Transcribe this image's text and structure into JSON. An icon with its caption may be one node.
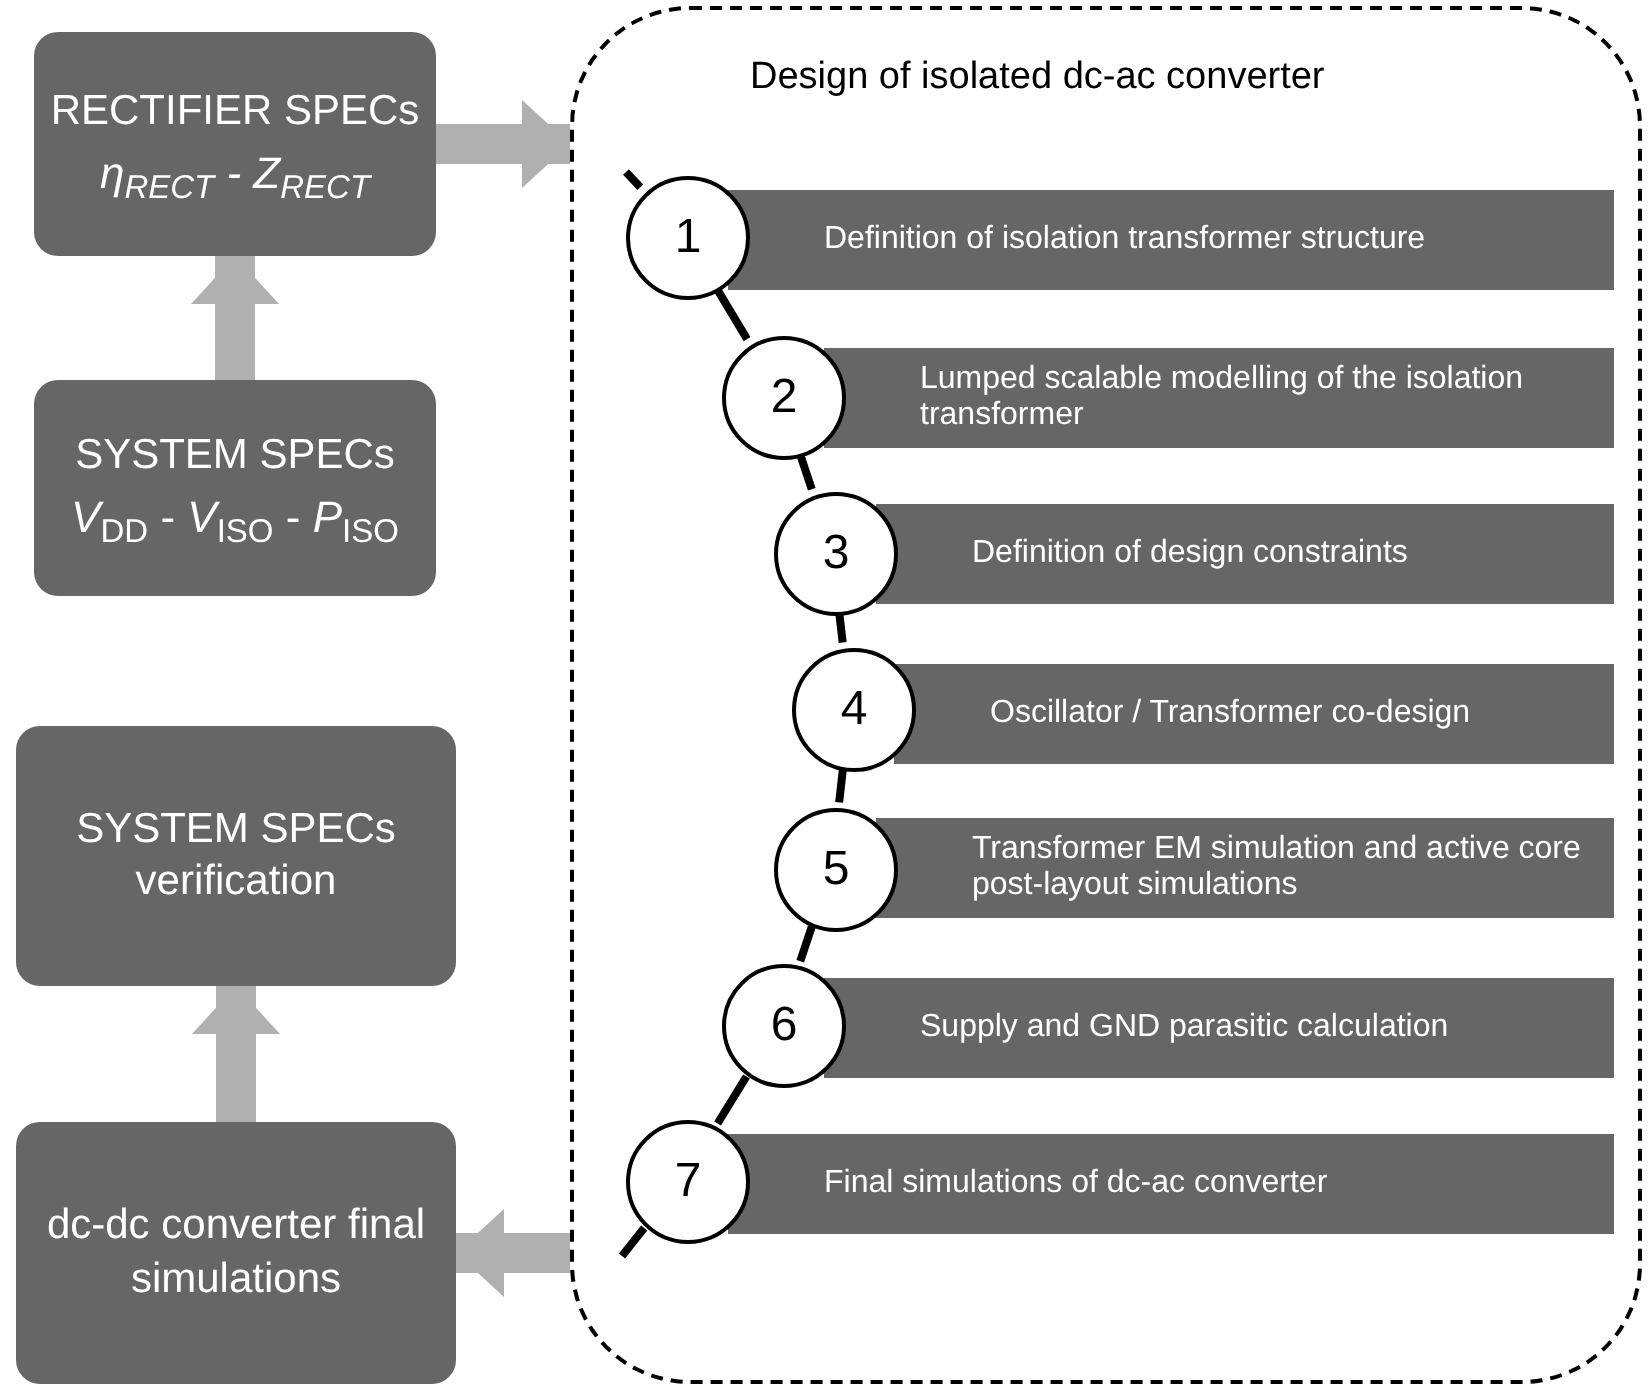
{
  "diagram": {
    "nodes": [
      {
        "text": [
          "RECTIFIER SPECs",
          "η$_{RECT}$ - Z$_{RECT}$"
        ]
      },
      {
        "text": [
          "SYSTEM SPECs",
          "*V*$_{DD}$ - *V*$_{ISO}$ - *P*$_{ISO}$"
        ]
      },
      {
        "text": [
          "SYSTEM SPECs verification"
        ]
      },
      {
        "text": [
          "dc-dc converter final simulations"
        ]
      },
      {
        "text": [
          "Design of isolated dc-ac converter"
        ]
      },
      {
        "text": [
          "1"
        ],
        "in": 4
      },
      {
        "text": [
          "Definition of isolation transformer structure"
        ],
        "in": 4
      },
      {
        "text": [
          "2"
        ],
        "in": 4
      },
      {
        "text": [
          "Lumped scalable modelling of the isolation transformer"
        ],
        "in": 4
      },
      {
        "text": [
          "3"
        ],
        "in": 4
      },
      {
        "text": [
          "Definition of design constraints"
        ],
        "in": 4
      },
      {
        "text": [
          "4"
        ],
        "in": 4
      },
      {
        "text": [
          "Oscillator / Transformer co-design"
        ],
        "in": 4
      },
      {
        "text": [
          "5"
        ],
        "in": 4
      },
      {
        "text": [
          "Transformer EM simulation and active core post-layout simulations"
        ],
        "in": 4
      },
      {
        "text": [
          "6"
        ],
        "in": 4
      },
      {
        "text": [
          "Supply and GND parasitic calculation"
        ],
        "in": 4
      },
      {
        "text": [
          "7"
        ],
        "in": 4
      },
      {
        "text": [
          "Final simulations of dc-ac converter"
        ],
        "in": 4
      }
    ],
    "edges": [
      {
        "from": 1,
        "to": 0,
        "arrow": "to",
        "style": "thick",
        "color": "#b0b0b0"
      },
      {
        "from": 0,
        "to": 4,
        "arrow": "to",
        "style": "thick",
        "color": "#b0b0b0"
      },
      {
        "from": 3,
        "to": 2,
        "arrow": "to",
        "style": "thick",
        "color": "#b0b0b0"
      },
      {
        "from": 4,
        "to": 3,
        "arrow": "to",
        "style": "thick",
        "color": "#b0b0b0"
      },
      {
        "from": null,
        "to": 5,
        "arrow": "none"
      },
      {
        "from": 5,
        "to": 7,
        "arrow": "none"
      },
      {
        "from": 7,
        "to": 9,
        "arrow": "none"
      },
      {
        "from": 9,
        "to": 11,
        "arrow": "none"
      },
      {
        "from": 11,
        "to": 13,
        "arrow": "none"
      },
      {
        "from": 13,
        "to": 15,
        "arrow": "none"
      },
      {
        "from": 15,
        "to": 17,
        "arrow": "none"
      },
      {
        "from": 17,
        "to": null,
        "arrow": "none"
      }
    ]
  }
}
